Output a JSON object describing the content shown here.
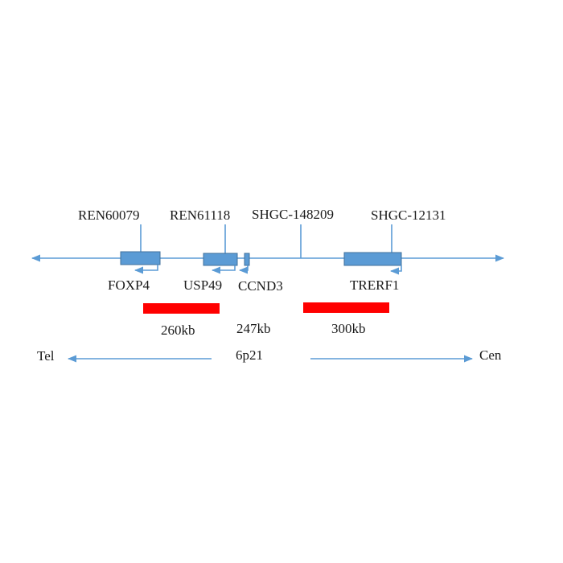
{
  "colors": {
    "chromosome_line": "#5b9bd5",
    "gene_fill": "#5b9bd5",
    "gene_stroke": "#41719c",
    "region_bar": "#ff0000",
    "text": "#1a1a1a"
  },
  "markers": {
    "ren60079": "REN60079",
    "ren61118": "REN61118",
    "shgc148209": "SHGC-148209",
    "shgc12131": "SHGC-12131"
  },
  "genes": {
    "foxp4": "FOXP4",
    "usp49": "USP49",
    "ccnd3": "CCND3",
    "trerf1": "TRERF1"
  },
  "regions": {
    "left_size": "260kb",
    "middle_size": "247kb",
    "right_size": "300kb"
  },
  "orientation": {
    "telomere": "Tel",
    "band": "6p21",
    "centromere": "Cen"
  }
}
